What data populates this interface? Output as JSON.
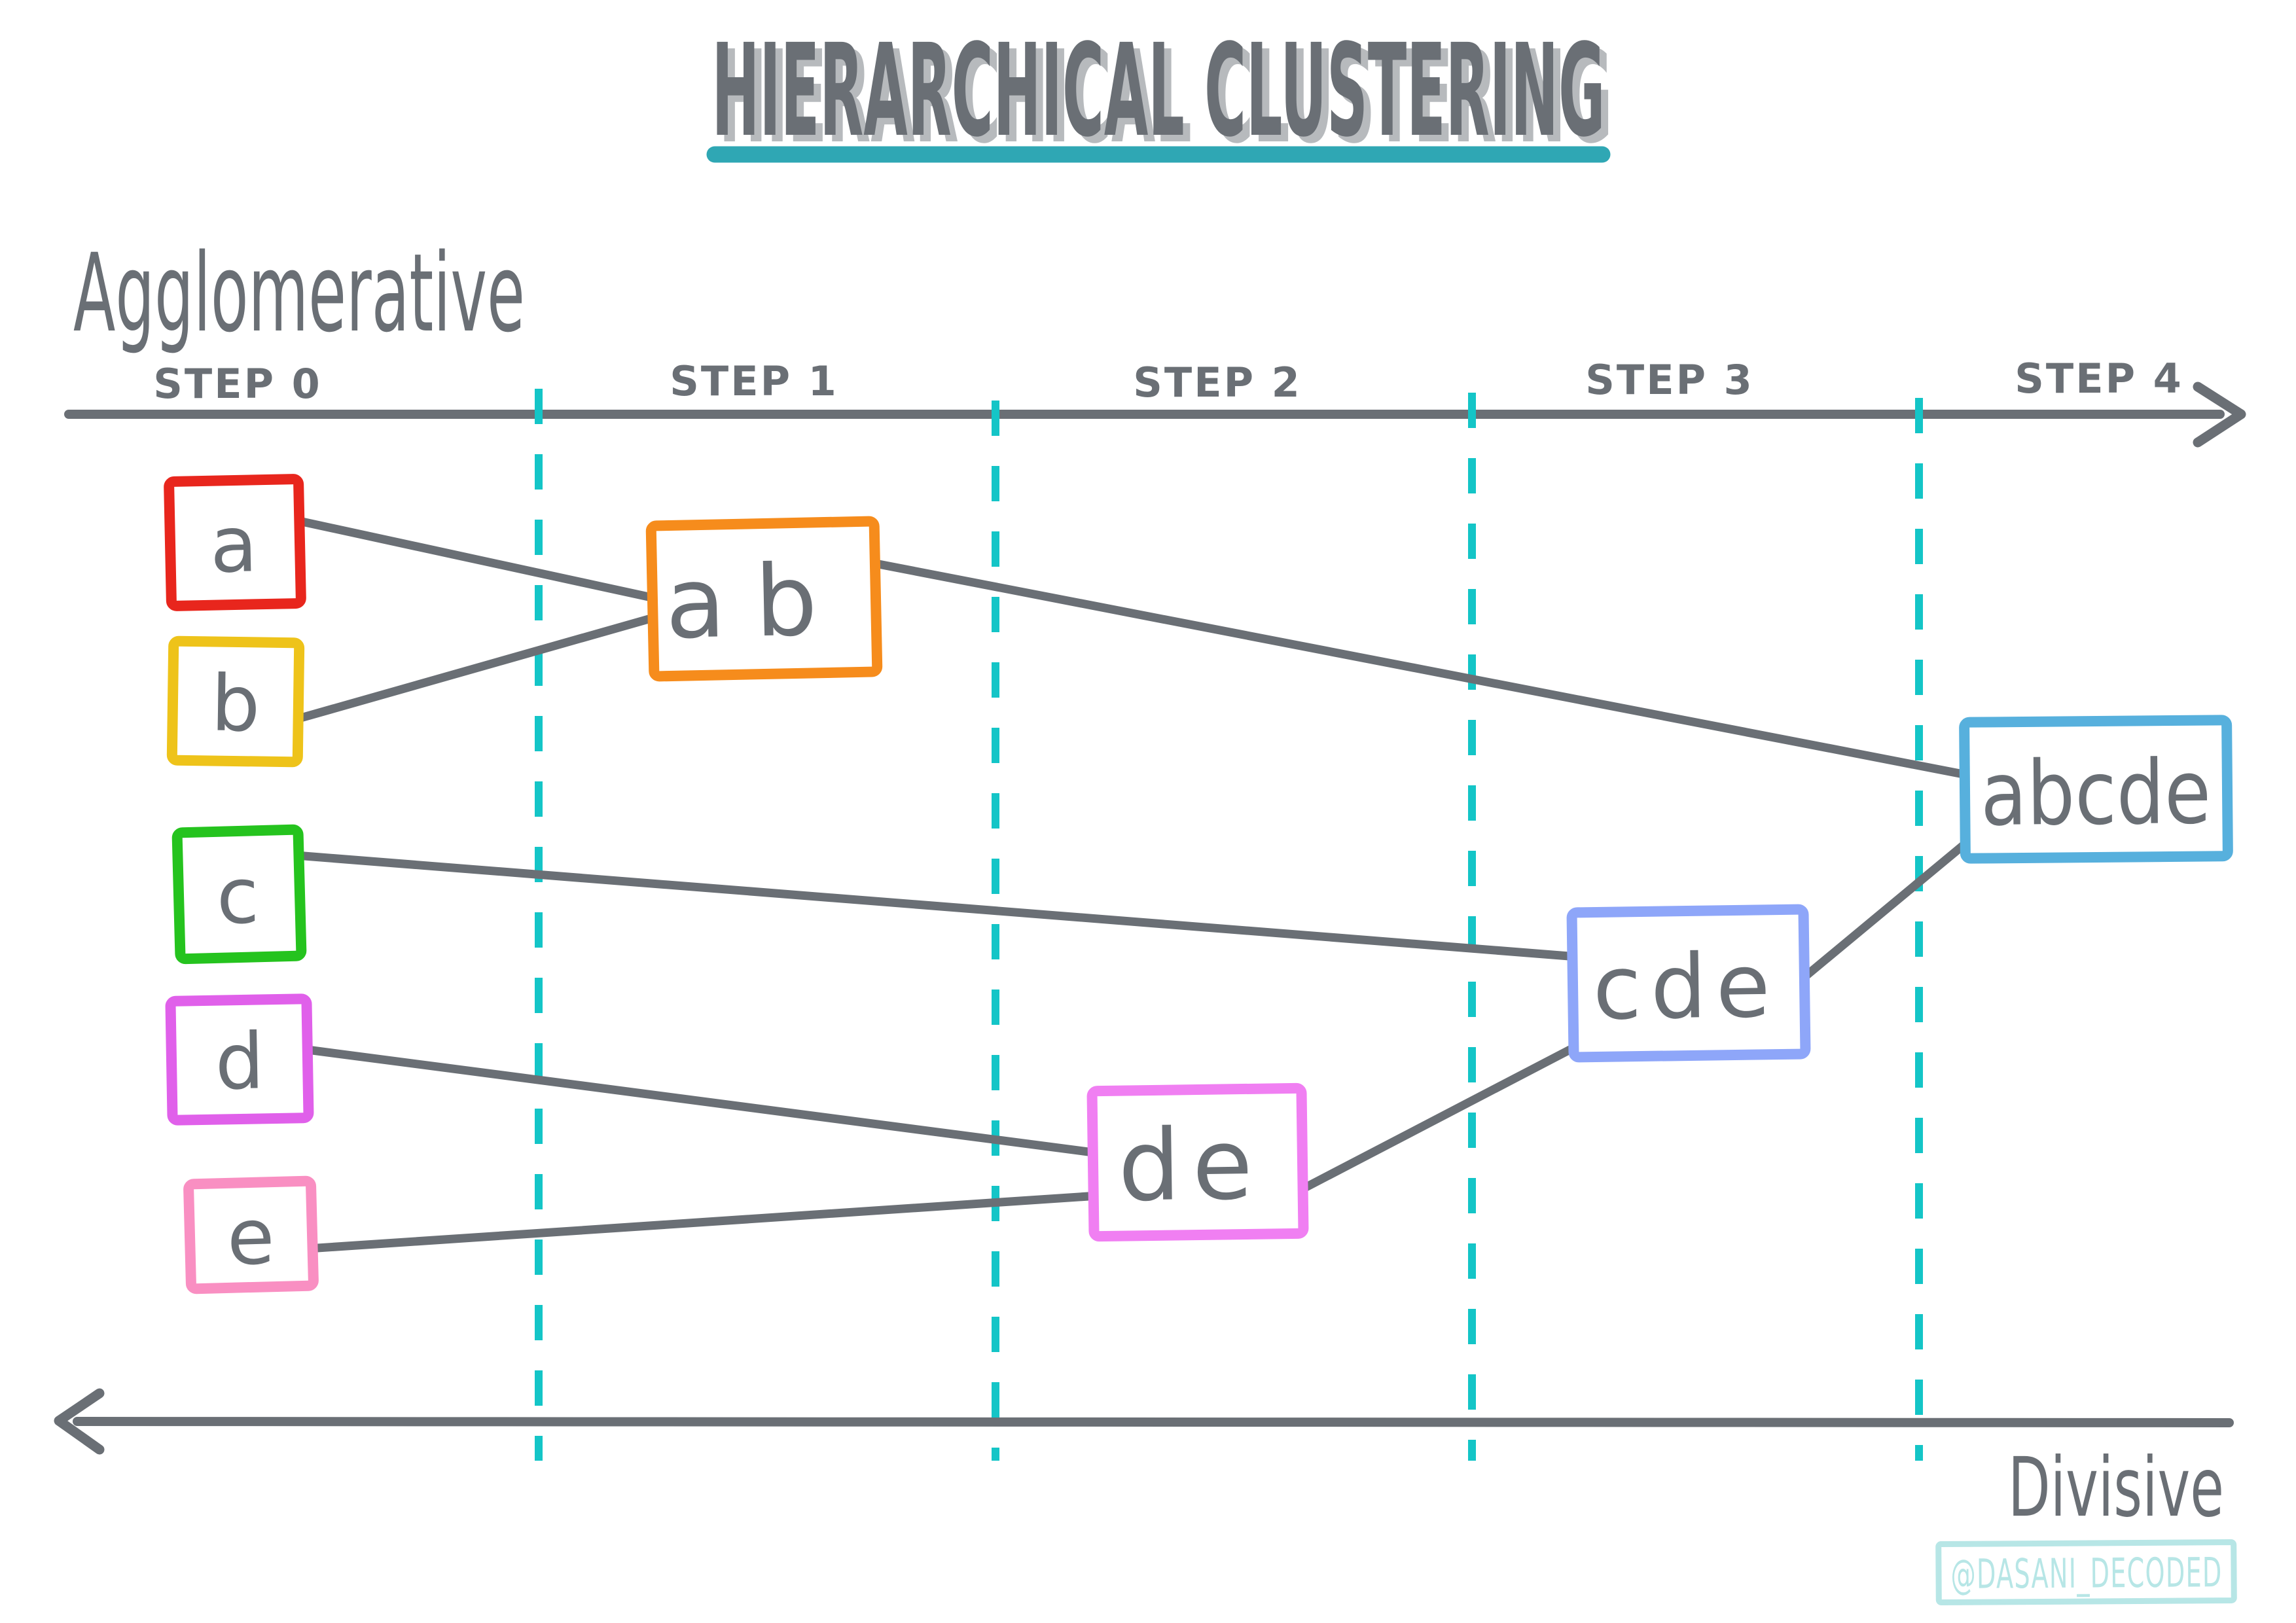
{
  "header": {
    "title": "HIERARCHICAL CLUSTERING",
    "underline_color": "#2fa7b4"
  },
  "labels": {
    "agglomerative": "Agglomerative",
    "divisive": "Divisive"
  },
  "colors": {
    "ink": "#6a6f75",
    "ink_shadow": "#b7babd",
    "separator": "#14c5c7"
  },
  "timeline": {
    "steps": [
      {
        "label": "STEP 0"
      },
      {
        "label": "STEP 1"
      },
      {
        "label": "STEP 2"
      },
      {
        "label": "STEP 3"
      },
      {
        "label": "STEP 4"
      }
    ]
  },
  "nodes": {
    "a": {
      "label": "a",
      "color": "#e8261d"
    },
    "b": {
      "label": "b",
      "color": "#eec31a"
    },
    "c": {
      "label": "c",
      "color": "#25c31e"
    },
    "d": {
      "label": "d",
      "color": "#e060ea"
    },
    "e": {
      "label": "e",
      "color": "#f98fc2"
    },
    "ab": {
      "label": "ab",
      "color": "#f68c1c"
    },
    "de": {
      "label": "de",
      "color": "#f07ff2"
    },
    "cde": {
      "label": "cde",
      "color": "#8ea6f9"
    },
    "abcde": {
      "label": "abcde",
      "color": "#57b0dd"
    }
  },
  "watermark": {
    "text": "@DASANI_DECODED",
    "color": "#b7e6e6"
  }
}
